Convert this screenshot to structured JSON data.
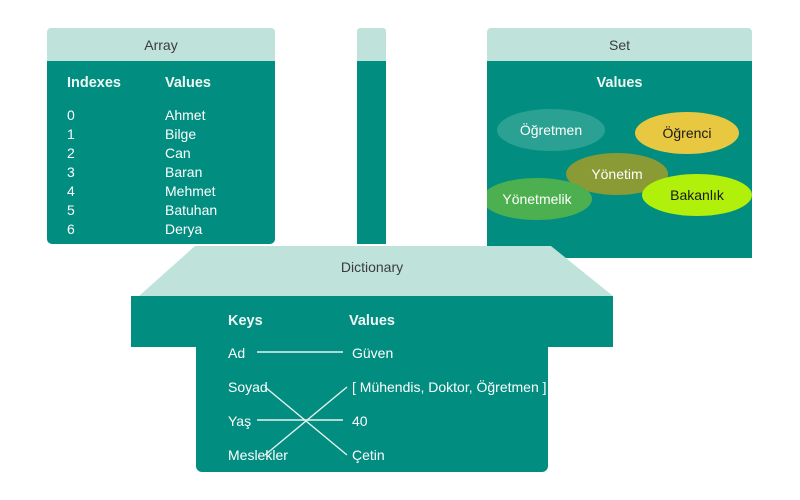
{
  "theme": {
    "panel_body": "#018e80",
    "panel_header": "#bfe3da",
    "header_text": "#3c3c3c",
    "body_text": "#ffffff"
  },
  "array_panel": {
    "title": "Array",
    "columns": [
      "Indexes",
      "Values"
    ],
    "rows": [
      {
        "index": "0",
        "value": "Ahmet"
      },
      {
        "index": "1",
        "value": "Bilge"
      },
      {
        "index": "2",
        "value": "Can"
      },
      {
        "index": "3",
        "value": "Baran"
      },
      {
        "index": "4",
        "value": "Mehmet"
      },
      {
        "index": "5",
        "value": "Batuhan"
      },
      {
        "index": "6",
        "value": "Derya"
      }
    ]
  },
  "set_panel": {
    "title": "Set",
    "column": "Values",
    "items": [
      {
        "label": "Öğretmen",
        "fill": "#2aa192",
        "text": "#ffffff"
      },
      {
        "label": "Öğrenci",
        "fill": "#e8c840",
        "text": "#1a1a1a"
      },
      {
        "label": "Yönetim",
        "fill": "#8a9a35",
        "text": "#ffffff"
      },
      {
        "label": "Yönetmelik",
        "fill": "#4cb050",
        "text": "#ffffff"
      },
      {
        "label": "Bakanlık",
        "fill": "#b0f00a",
        "text": "#1a1a1a"
      }
    ]
  },
  "dictionary_panel": {
    "title": "Dictionary",
    "columns": [
      "Keys",
      "Values"
    ],
    "keys": [
      "Ad",
      "Soyad",
      "Yaş",
      "Meslekler"
    ],
    "values": [
      "Güven",
      "[ Mühendis, Doktor, Öğretmen ]",
      "40",
      "Çetin"
    ],
    "pairs": [
      {
        "key": "Ad",
        "value": "Güven"
      },
      {
        "key": "Soyad",
        "value": "Çetin"
      },
      {
        "key": "Yaş",
        "value": "40"
      },
      {
        "key": "Meslekler",
        "value": "[ Mühendis, Doktor, Öğretmen ]"
      }
    ]
  }
}
